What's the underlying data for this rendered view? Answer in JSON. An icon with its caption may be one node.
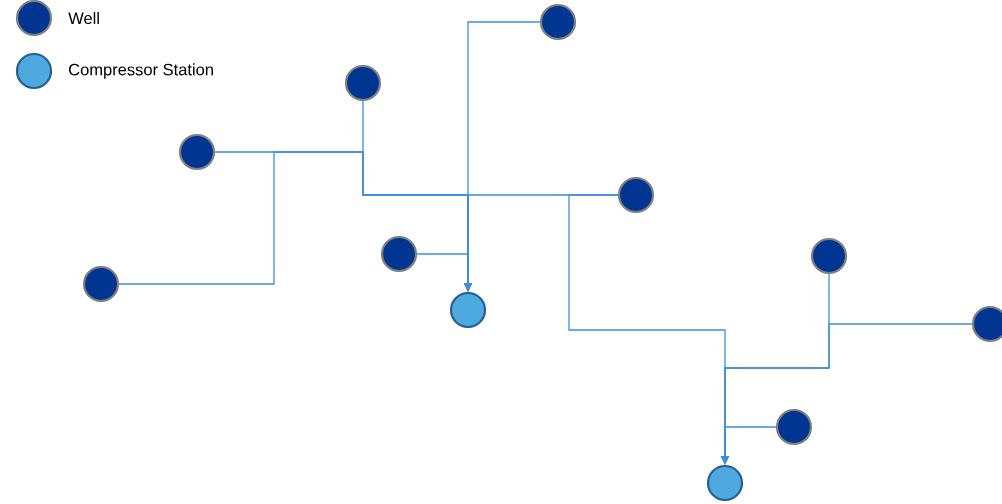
{
  "diagram": {
    "nodes": [
      {
        "text": [],
        "shape": "circle"
      },
      {
        "text": [],
        "shape": "circle"
      },
      {
        "text": [],
        "shape": "circle"
      },
      {
        "text": [],
        "shape": "circle"
      },
      {
        "text": [],
        "shape": "circle"
      },
      {
        "text": [],
        "shape": "circle"
      },
      {
        "text": [],
        "shape": "circle"
      },
      {
        "text": [],
        "shape": "circle"
      },
      {
        "text": [],
        "shape": "circle"
      },
      {
        "text": [],
        "shape": "circle"
      },
      {
        "text": [],
        "shape": "circle"
      }
    ],
    "edges": [
      {
        "from": 0,
        "to": 7,
        "arrow": "to"
      },
      {
        "from": 1,
        "to": 7,
        "arrow": "to"
      },
      {
        "from": 2,
        "to": 7,
        "arrow": "to"
      },
      {
        "from": 6,
        "to": 7,
        "arrow": "to"
      },
      {
        "from": 3,
        "to": 7,
        "arrow": "to"
      },
      {
        "from": 4,
        "to": 7,
        "arrow": "to"
      },
      {
        "from": 3,
        "to": 10,
        "arrow": "to"
      },
      {
        "from": 5,
        "to": 10,
        "arrow": "to"
      },
      {
        "from": 8,
        "to": 10,
        "arrow": "to"
      },
      {
        "from": 9,
        "to": 10,
        "arrow": "to"
      }
    ],
    "legend": [
      {
        "text": "Well",
        "color": "#003591"
      },
      {
        "text": "Compressor Station",
        "color": "#4eaade"
      }
    ]
  }
}
